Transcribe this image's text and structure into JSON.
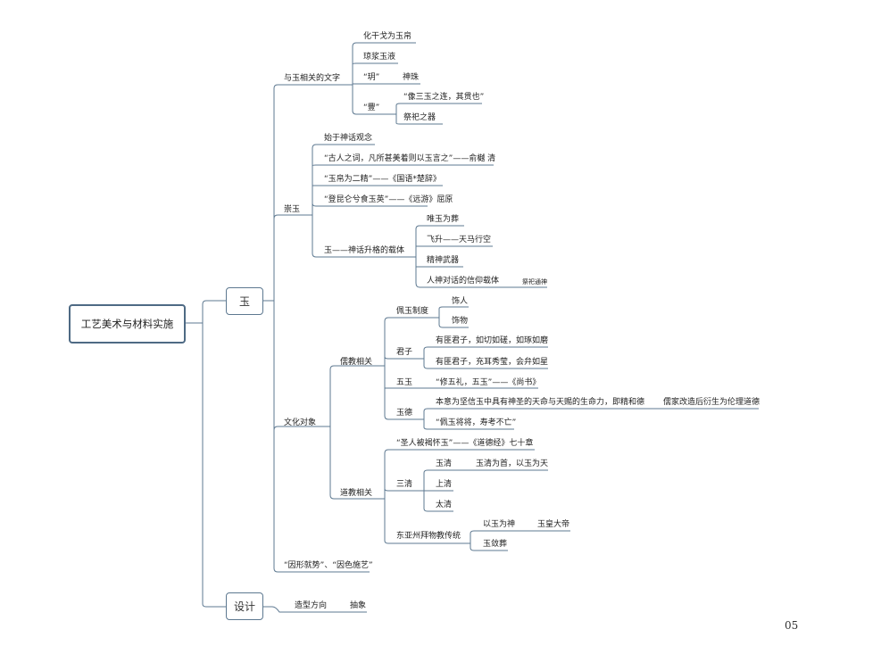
{
  "mindmap": {
    "root": "工艺美术与材料实施",
    "jade": {
      "label": "玉",
      "text_related": {
        "label": "与玉相关的文字",
        "items": [
          "化干戈为玉帛",
          "琼浆玉液"
        ],
        "ming": {
          "label": "“玥”",
          "child": "神珠"
        },
        "feng": {
          "label": "“豐”",
          "children": [
            "“像三玉之连，其贯也”",
            "祭祀之器"
          ]
        }
      },
      "worship": {
        "label": "崇玉",
        "items": [
          "始于神话观念",
          "“古人之词，凡所甚美着则以玉言之”——俞樾 清",
          "“玉帛为二精”——《国语*楚辞》",
          "“登昆仑兮食玉英”——《远游》屈原"
        ],
        "carrier": {
          "label": "玉——神话升格的载体",
          "children": [
            "唯玉为葬",
            "飞升——天马行空",
            "精神武器",
            "人神对话的信仰载体"
          ],
          "sub_child": "祭祀通神"
        }
      },
      "culture": {
        "label": "文化对象",
        "confucian": {
          "label": "儒教相关",
          "wearing": {
            "label": "佩玉制度",
            "children": [
              "饰人",
              "饰物"
            ]
          },
          "junzi": {
            "label": "君子",
            "children": [
              "有匪君子，如切如磋，如琢如磨",
              "有匪君子，充耳秀莹，会弁如星"
            ]
          },
          "wuyu": {
            "label": "五玉",
            "child": "“修五礼，五玉”——《尚书》"
          },
          "yude": {
            "label": "玉德",
            "children": [
              "本意为坚信玉中具有神圣的天命与天赐的生命力，即精和德",
              "“佩玉将将，寿考不亡”"
            ],
            "sub_child": "儒家改造后衍生为伦理道德"
          }
        },
        "taoist": {
          "label": "道教相关",
          "daode": "“圣人被褐怀玉”——《道德经》七十章",
          "sanqing": {
            "label": "三清",
            "children": [
              "玉清",
              "上清",
              "太清"
            ],
            "yuqing_child": "玉清为首，以玉为天"
          },
          "east_asia": {
            "label": "东亚州拜物教传统",
            "children": [
              "以玉为神",
              "玉敛葬"
            ],
            "god_child": "玉皇大帝"
          }
        }
      },
      "situation": "“因形就势”、“因色施艺”"
    },
    "design": {
      "label": "设计",
      "child": "造型方向",
      "leaf": "抽象"
    }
  },
  "page_number": "05",
  "colors": {
    "line": "#5d7890",
    "box_border": "#4e6a84",
    "text": "#222222"
  }
}
